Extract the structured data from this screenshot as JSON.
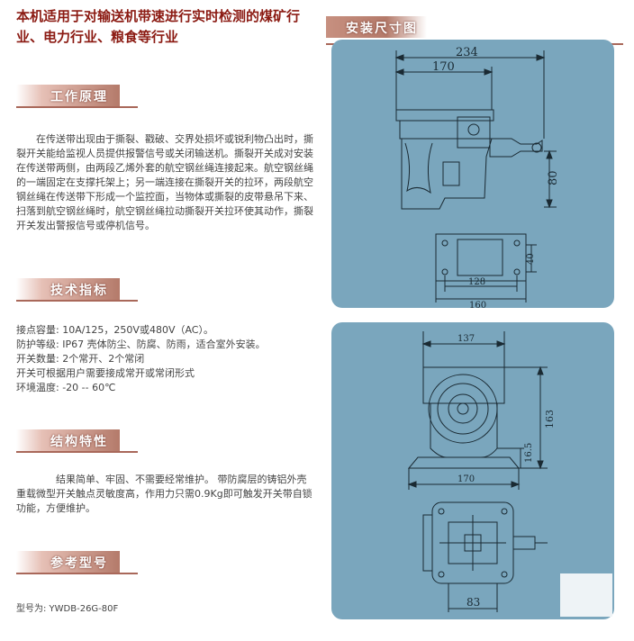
{
  "headline": "本机适用于对输送机带速进行实时检测的煤矿行业、电力行业、粮食等行业",
  "sections": {
    "principle": {
      "title": "工作原理",
      "text": "在传送带出现由于撕裂、戳破、交界处损坏或锐利物凸出时，撕裂开关能给监视人员提供报警信号或关闭输送机。撕裂开关成对安装在传送带两侧，由两段乙烯外套的航空钢丝绳连接起来。航空钢丝绳的一端固定在支撑托架上；另一端连接在撕裂开关的拉环，两段航空钢丝绳在传送带下形成一个监控面，当物体或撕裂的皮带悬吊下来、扫落到航空钢丝绳时，航空钢丝绳拉动撕裂开关拉环使其动作，撕裂开关发出警报信号或停机信号。"
    },
    "specs": {
      "title": "技术指标",
      "lines": [
        "接点容量: 10A/125，250V或480V（AC）。",
        "防护等级: IP67 壳体防尘、防腐、防雨，适合室外安装。",
        "开关数量: 2个常开、2个常闭",
        "开关可根据用户需要接成常开或常闭形式",
        "环境温度: -20 -- 60℃"
      ]
    },
    "structure": {
      "title": "结构特性",
      "text": "结果简单、牢固、不需要经常维护。 带防腐层的铸铝外壳重载微型开关触点灵敏度高，作用力只需0.9Kg即可触发开关带自锁功能，方便维护。"
    },
    "reference": {
      "title": "参考型号",
      "model": "型号为: YWDB-26G-80F"
    }
  },
  "install": {
    "title": "安装尺寸图",
    "top_dims": {
      "d1": "234",
      "d2": "170",
      "d3": "80",
      "d4": "40",
      "d5": "128",
      "d6": "160"
    },
    "bottom_dims": {
      "d1": "137",
      "d2": "163",
      "d3": "16.5",
      "d4": "170",
      "d5": "83"
    }
  },
  "colors": {
    "headline": "#8b1a12",
    "section_bar": "#b47a6a",
    "panel": "#7aa6bd"
  }
}
